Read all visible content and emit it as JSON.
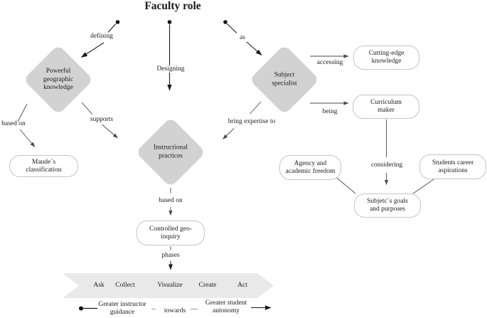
{
  "title": "Faculty role",
  "diamonds": [
    {
      "label": "Powerful geographic knowledge"
    },
    {
      "label": "Instructional practices"
    },
    {
      "label": "Subject specialist"
    }
  ],
  "boxes": [
    {
      "label": "Maude´s classification"
    },
    {
      "label": "Cutting-edge knowledge"
    },
    {
      "label": "Curriculum maker"
    },
    {
      "label": "Agency and academic freedom"
    },
    {
      "label": "Students career aspirations"
    },
    {
      "label": "Subjetc´s goals and purposes"
    },
    {
      "label": "Controlled geo-inquiry"
    }
  ],
  "edge_labels": {
    "defining": "defining",
    "designing": "Designing",
    "as_label": "as",
    "based_on_left": "based on",
    "supports": "supports",
    "bring_expertise": "bring expertise to",
    "accessing": "accessing",
    "being": "being",
    "considering": "considering",
    "based_on_mid": "based on",
    "phases": "phases"
  },
  "banner_phases": [
    "Ask",
    "Collect",
    "Visualize",
    "Create",
    "Act"
  ],
  "legend": {
    "left": "Greater instructor guidance",
    "dash_left": "–",
    "middle": "towards",
    "dash_right": "—",
    "right": "Greater student autonomy"
  },
  "colors": {
    "diamond_fill": "#d2d2d2",
    "banner_fill": "#e9e9e9",
    "box_border": "#c4c4c4",
    "line": "#4a4a4a",
    "line_dark": "#1a1a1a"
  }
}
